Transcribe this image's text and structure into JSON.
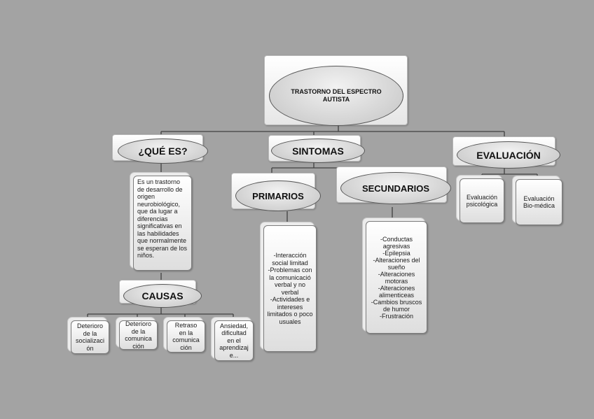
{
  "root": {
    "title": "TRASTORNO DEL ESPECTRO AUTISTA"
  },
  "que_es": {
    "heading": "¿QUÉ ES?",
    "text": "Es un trastorno de desarrollo de origen neurobiológico, que da lugar a diferencias significativas en las habilidades que normalmente se esperan de los niños."
  },
  "causas": {
    "heading": "CAUSAS",
    "items": [
      "Deterioro de la socializaci ón",
      "Deterioro de la comunica ción",
      "Retraso en la comunica ción",
      "Ansiedad, dificultad en el aprendizaj e..."
    ]
  },
  "sintomas": {
    "heading": "SINTOMAS",
    "primarios": {
      "heading": "PRIMARIOS",
      "items": [
        "-Interacción social limitad",
        "-Problemas con la comunicació verbal y no verbal",
        "-Actividades e intereses limitados o poco usuales"
      ]
    },
    "secundarios": {
      "heading": "SECUNDARIOS",
      "items": [
        "-Conductas agresivas",
        "-Epilepsia",
        "-Alteraciones del sueño",
        "-Alteraciones motoras",
        "-Alteraciones alimenticeas",
        "-Cambios bruscos de humor",
        "-Frustración"
      ]
    }
  },
  "evaluacion": {
    "heading": "EVALUACIÓN",
    "items": [
      "Evaluación psicológica",
      "Evaluación Bio-médica"
    ]
  }
}
